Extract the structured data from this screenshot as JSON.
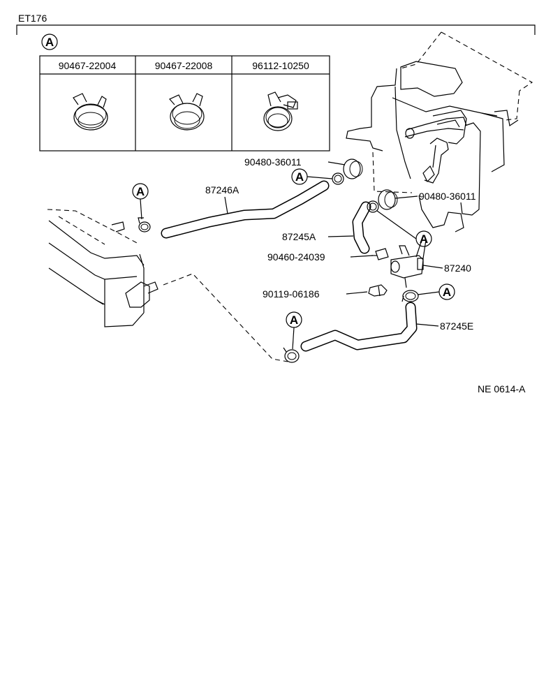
{
  "diagram": {
    "page_code": "ET176",
    "figure_code": "NE 0614-A",
    "callout_letter": "A",
    "clamp_table": {
      "headers": [
        "90467-22004",
        "90467-22008",
        "96112-10250"
      ]
    },
    "part_labels": {
      "grommet_upper": "90480-36011",
      "grommet_right": "90480-36011",
      "hose_upper": "87246A",
      "hose_middle": "87245A",
      "clamp_bolt": "90460-24039",
      "water_valve": "87240",
      "screw": "90119-06186",
      "hose_lower": "87245E"
    }
  }
}
